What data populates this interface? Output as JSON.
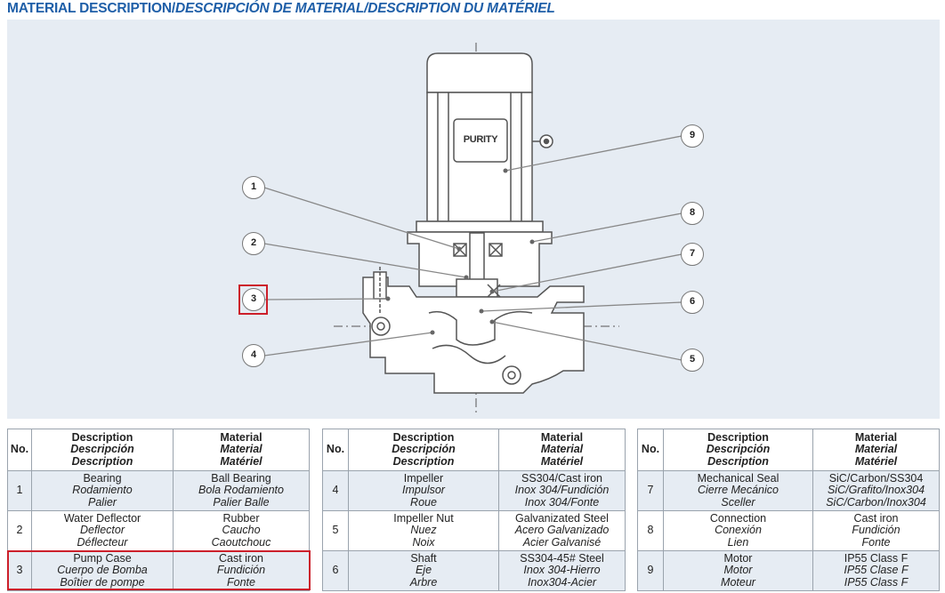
{
  "heading": {
    "part_en": "MATERIAL DESCRIPTION/",
    "part_es": "DESCRIPCIÓN DE MATERIAL/",
    "part_fr": "DESCRIPTION DU MATÉRIEL"
  },
  "diagram": {
    "brand_logo": "PURITY",
    "callouts": [
      "1",
      "2",
      "3",
      "4",
      "5",
      "6",
      "7",
      "8",
      "9"
    ]
  },
  "table_headers": {
    "no": "No.",
    "description": [
      "Description",
      "Descripción",
      "Description"
    ],
    "material": [
      "Material",
      "Material",
      "Matériel"
    ]
  },
  "parts": [
    {
      "no": "1",
      "desc": [
        "Bearing",
        "Rodamiento",
        "Palier"
      ],
      "mat": [
        "Ball Bearing",
        "Bola Rodamiento",
        "Palier Balle"
      ]
    },
    {
      "no": "2",
      "desc": [
        "Water Deflector",
        "Deflector",
        "Déflecteur"
      ],
      "mat": [
        "Rubber",
        "Caucho",
        "Caoutchouc"
      ]
    },
    {
      "no": "3",
      "desc": [
        "Pump Case",
        "Cuerpo de Bomba",
        "Boîtier de pompe"
      ],
      "mat": [
        "Cast iron",
        "Fundición",
        "Fonte"
      ]
    },
    {
      "no": "4",
      "desc": [
        "Impeller",
        "Impulsor",
        "Roue"
      ],
      "mat": [
        "SS304/Cast iron",
        "Inox 304/Fundición",
        "Inox 304/Fonte"
      ]
    },
    {
      "no": "5",
      "desc": [
        "Impeller Nut",
        "Nuez",
        "Noix"
      ],
      "mat": [
        "Galvanizated Steel",
        "Acero Galvanizado",
        "Acier Galvanisé"
      ]
    },
    {
      "no": "6",
      "desc": [
        "Shaft",
        "Eje",
        "Arbre"
      ],
      "mat": [
        "SS304-45# Steel",
        "Inox 304-Hierro",
        "Inox304-Acier"
      ]
    },
    {
      "no": "7",
      "desc": [
        "Mechanical Seal",
        "Cierre Mecánico",
        "Sceller"
      ],
      "mat": [
        "SiC/Carbon/SS304",
        "SiC/Grafito/Inox304",
        "SiC/Carbon/Inox304"
      ]
    },
    {
      "no": "8",
      "desc": [
        "Connection",
        "Conexión",
        "Lien"
      ],
      "mat": [
        "Cast iron",
        "Fundición",
        "Fonte"
      ]
    },
    {
      "no": "9",
      "desc": [
        "Motor",
        "Motor",
        "Moteur"
      ],
      "mat": [
        "IP55 Class F",
        "IP55 Clase F",
        "IP55 Class F"
      ]
    }
  ],
  "colors": {
    "heading": "#1f5fa8",
    "diagram_bg": "#e6ecf3",
    "highlight": "#cc1f2a",
    "row_shade": "#e6ecf3"
  }
}
